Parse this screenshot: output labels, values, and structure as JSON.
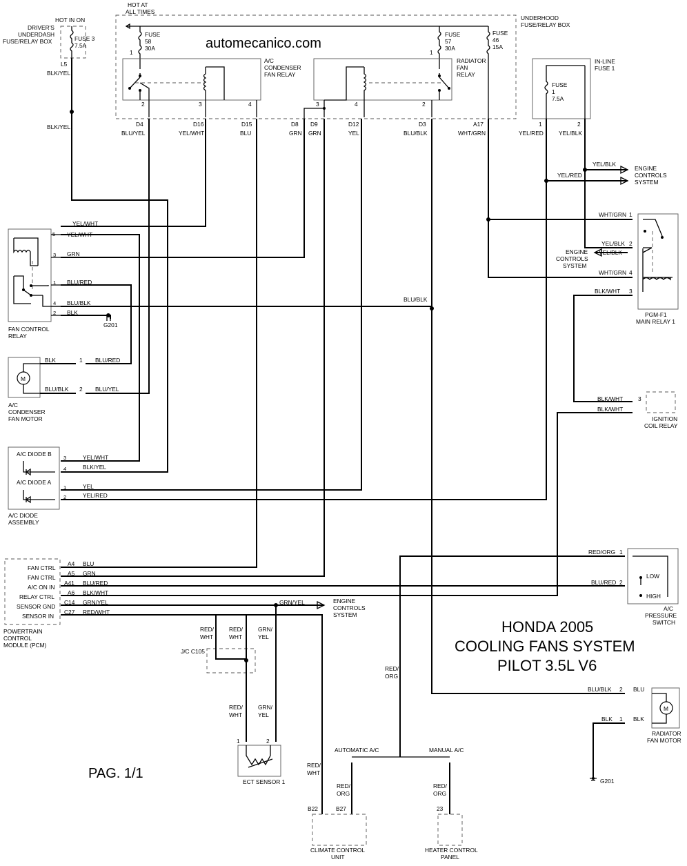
{
  "watermark": "automecanico.com",
  "title_lines": [
    "HONDA 2005",
    "COOLING FANS SYSTEM",
    "PILOT 3.5L V6"
  ],
  "page_label": "PAG. 1/1",
  "components": {
    "dash_fuse_box": {
      "lines": [
        "DRIVER'S",
        "UNDERDASH",
        "FUSE/RELAY BOX"
      ],
      "hot": "HOT IN ON",
      "fuse": [
        "FUSE 3",
        "7.5A"
      ],
      "pin": "L5",
      "wire": "BLK/YEL"
    },
    "underhood_box": {
      "lines": [
        "UNDERHOOD",
        "FUSE/RELAY BOX"
      ],
      "hot": [
        "HOT AT",
        "ALL TIMES"
      ],
      "fuse58": [
        "FUSE",
        "58",
        "30A"
      ],
      "fuse57": [
        "FUSE",
        "57",
        "30A"
      ],
      "fuse46": [
        "FUSE",
        "46",
        "15A"
      ],
      "ac_relay": [
        "A/C",
        "CONDENSER",
        "FAN RELAY"
      ],
      "rad_relay": [
        "RADIATOR",
        "FAN",
        "RELAY"
      ]
    },
    "inline_fuse": {
      "lines": [
        "IN-LINE",
        "FUSE 1"
      ],
      "fuse": [
        "FUSE",
        "1",
        "7.5A"
      ]
    },
    "fan_control_relay": {
      "lines": [
        "FAN CONTROL",
        "RELAY"
      ]
    },
    "ac_fan_motor": {
      "lines": [
        "A/C",
        "CONDENSER",
        "FAN MOTOR"
      ],
      "symbol": "M"
    },
    "diode_assembly": {
      "diode_b": "A/C DIODE B",
      "diode_a": "A/C DIODE A",
      "lines": [
        "A/C DIODE",
        "ASSEMBLY"
      ]
    },
    "pcm": {
      "lines": [
        "POWERTRAIN",
        "CONTROL",
        "MODULE (PCM)"
      ],
      "pins": [
        {
          "name": "FAN CTRL",
          "pin": "A4",
          "wire": "BLU"
        },
        {
          "name": "FAN CTRL",
          "pin": "A5",
          "wire": "GRN"
        },
        {
          "name": "A/C ON IN",
          "pin": "A41",
          "wire": "BLU/RED"
        },
        {
          "name": "RELAY CTRL",
          "pin": "A6",
          "wire": "BLK/WHT"
        },
        {
          "name": "SENSOR GND",
          "pin": "C14",
          "wire": "GRN/YEL"
        },
        {
          "name": "SENSOR IN",
          "pin": "C27",
          "wire": "RED/WHT"
        }
      ]
    },
    "main_relay": {
      "lines": [
        "PGM-F1",
        "MAIN RELAY 1"
      ]
    },
    "ignition_relay": {
      "lines": [
        "IGNITION",
        "COIL RELAY"
      ]
    },
    "pressure_switch": {
      "lines": [
        "A/C",
        "PRESSURE",
        "SWITCH"
      ],
      "low": "LOW",
      "high": "HIGH"
    },
    "rad_fan_motor": {
      "lines": [
        "RADIATOR",
        "FAN MOTOR"
      ],
      "symbol": "M"
    },
    "ect_sensor": {
      "label": "ECT SENSOR 1"
    },
    "jc": {
      "label": "J/C C105"
    },
    "climate_unit": {
      "lines": [
        "CLIMATE CONTROL",
        "UNIT"
      ],
      "auto": "AUTOMATIC A/C",
      "pins": [
        "B22",
        "B27"
      ]
    },
    "heater_panel": {
      "lines": [
        "HEATER CONTROL",
        "PANEL"
      ],
      "manual": "MANUAL A/C",
      "pin": "23"
    },
    "engine_controls": [
      "ENGINE",
      "CONTROLS",
      "SYSTEM"
    ],
    "ground": "G201"
  },
  "connectors_top": [
    {
      "pin": "D4",
      "wire": "BLU/YEL"
    },
    {
      "pin": "D16",
      "wire": "YEL/WHT"
    },
    {
      "pin": "D15",
      "wire": "BLU"
    },
    {
      "pin": "D8",
      "wire": "GRN"
    },
    {
      "pin": "D9",
      "wire": "GRN"
    },
    {
      "pin": "D12",
      "wire": "YEL"
    },
    {
      "pin": "D3",
      "wire": "BLU/BLK"
    },
    {
      "pin": "A17",
      "wire": "WHT/GRN"
    },
    {
      "pin": "1",
      "wire": "YEL/RED"
    },
    {
      "pin": "2",
      "wire": "YEL/BLK"
    }
  ],
  "wires": {
    "blk_yel": "BLK/YEL",
    "yel_wht": "YEL/WHT",
    "grn": "GRN",
    "blu_red": "BLU/RED",
    "blu_blk": "BLU/BLK",
    "blk": "BLK",
    "blu_yel": "BLU/YEL",
    "yel": "YEL",
    "yel_red": "YEL/RED",
    "yel_blk": "YEL/BLK",
    "wht_grn": "WHT/GRN",
    "blk_wht": "BLK/WHT",
    "red_org": "RED/ORG",
    "blu": "BLU",
    "grn_yel": "GRN/YEL",
    "red_wht": "RED/WHT",
    "red_slash": "RED/",
    "wht": "WHT",
    "grn_slash": "GRN/",
    "yel_only": "YEL",
    "org": "ORG"
  }
}
